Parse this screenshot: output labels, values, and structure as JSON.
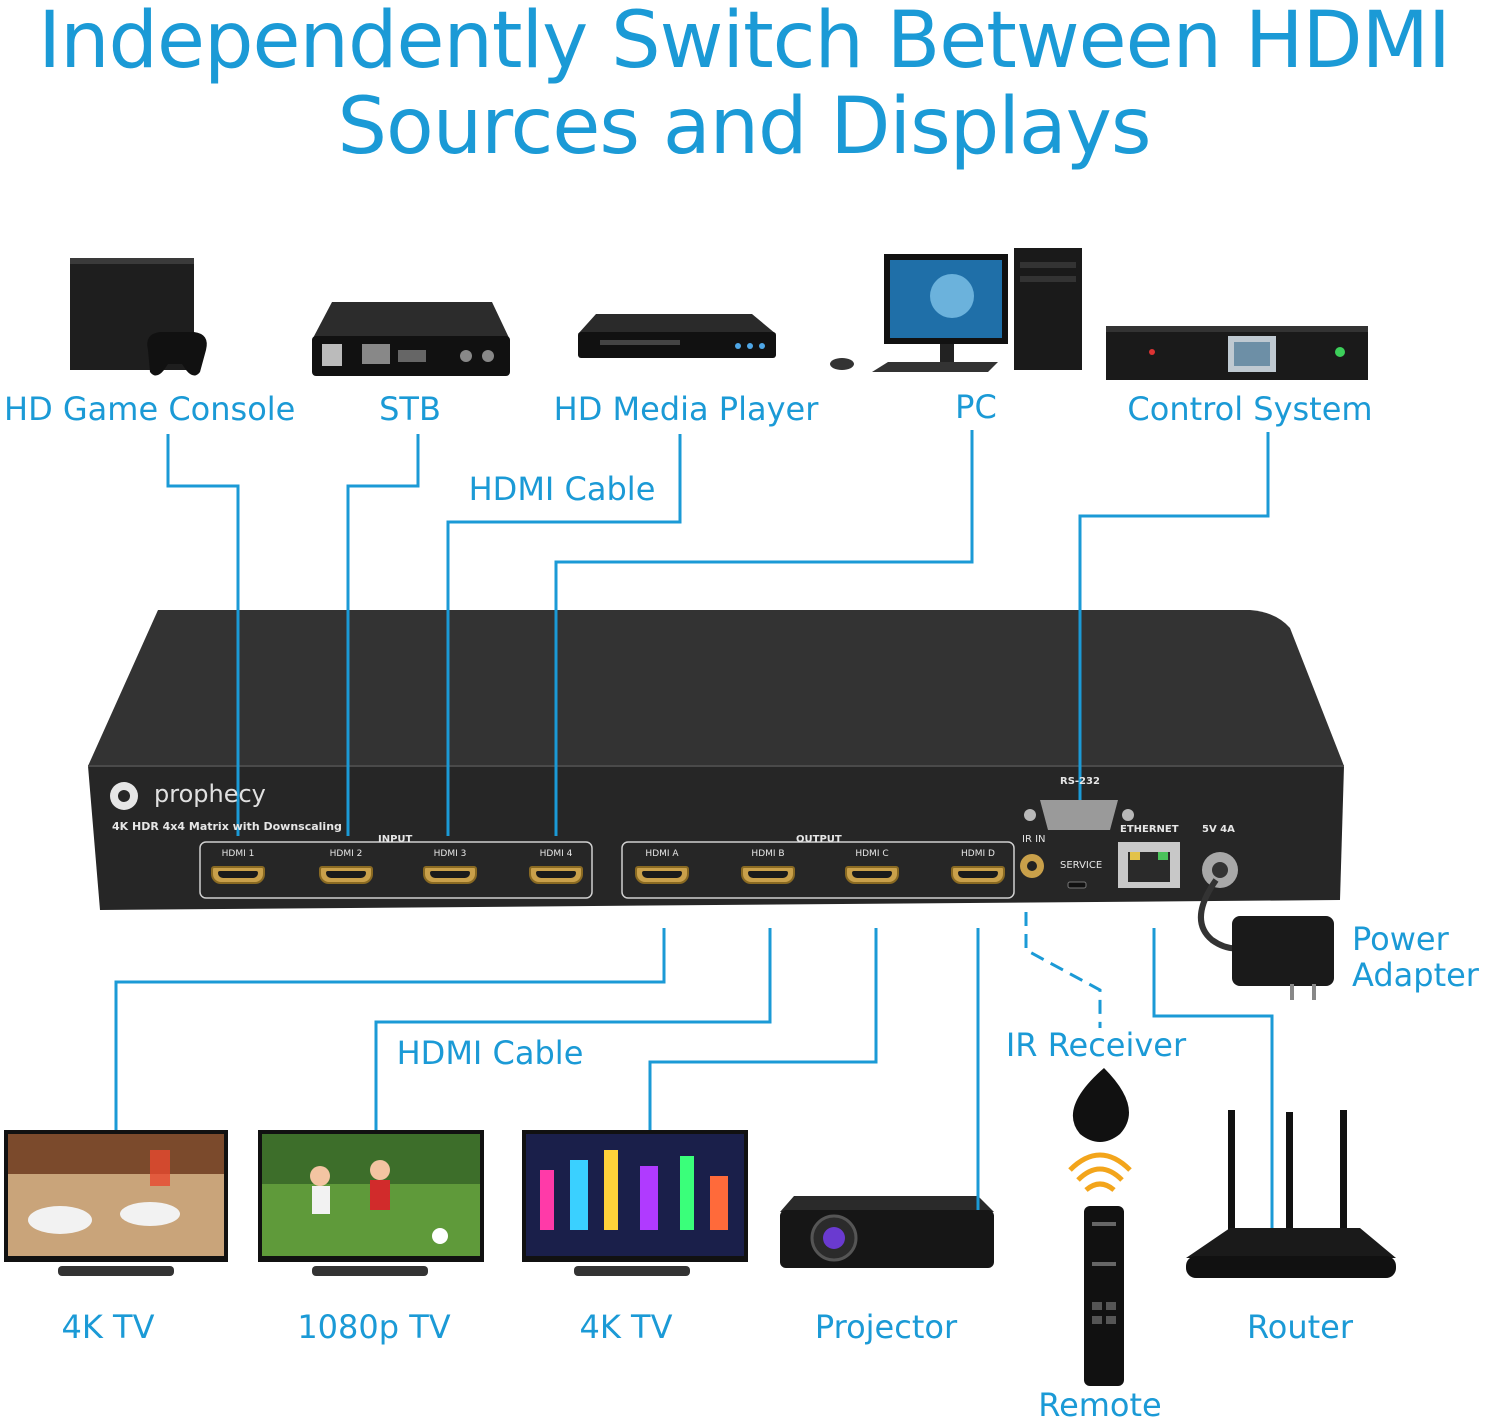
{
  "title": {
    "line1": "Independently Switch Between HDMI",
    "line2": "Sources and Displays"
  },
  "sources": [
    {
      "label": "HD Game Console",
      "icon": "game-console-icon"
    },
    {
      "label": "STB",
      "icon": "set-top-box-icon"
    },
    {
      "label": "HD Media Player",
      "icon": "media-player-icon"
    },
    {
      "label": "PC",
      "icon": "desktop-pc-icon"
    },
    {
      "label": "Control System",
      "icon": "control-system-rack-icon"
    }
  ],
  "cable_labels": {
    "input": "HDMI Cable",
    "output": "HDMI Cable"
  },
  "device": {
    "brand": "prophecy",
    "model": "4K HDR 4x4 Matrix with Downscaling",
    "input_group": "INPUT",
    "output_group": "OUTPUT",
    "inputs": [
      "HDMI 1",
      "HDMI 2",
      "HDMI 3",
      "HDMI 4"
    ],
    "outputs": [
      "HDMI A",
      "HDMI B",
      "HDMI C",
      "HDMI D"
    ],
    "rs232": "RS-232",
    "ir_in": "IR IN",
    "service": "SERVICE",
    "ethernet": "ETHERNET",
    "power": "5V 4A"
  },
  "displays": [
    {
      "label": "4K TV",
      "icon": "tv-icon"
    },
    {
      "label": "1080p TV",
      "icon": "tv-icon"
    },
    {
      "label": "4K TV",
      "icon": "tv-icon"
    },
    {
      "label": "Projector",
      "icon": "projector-icon"
    }
  ],
  "peripherals": {
    "power_adapter_line1": "Power",
    "power_adapter_line2": "Adapter",
    "ir_receiver": "IR Receiver",
    "remote": "Remote",
    "router": "Router"
  },
  "colors": {
    "accent": "#1b9ad6",
    "device": "#2a2a2a",
    "port_gold": "#c9a04a"
  }
}
